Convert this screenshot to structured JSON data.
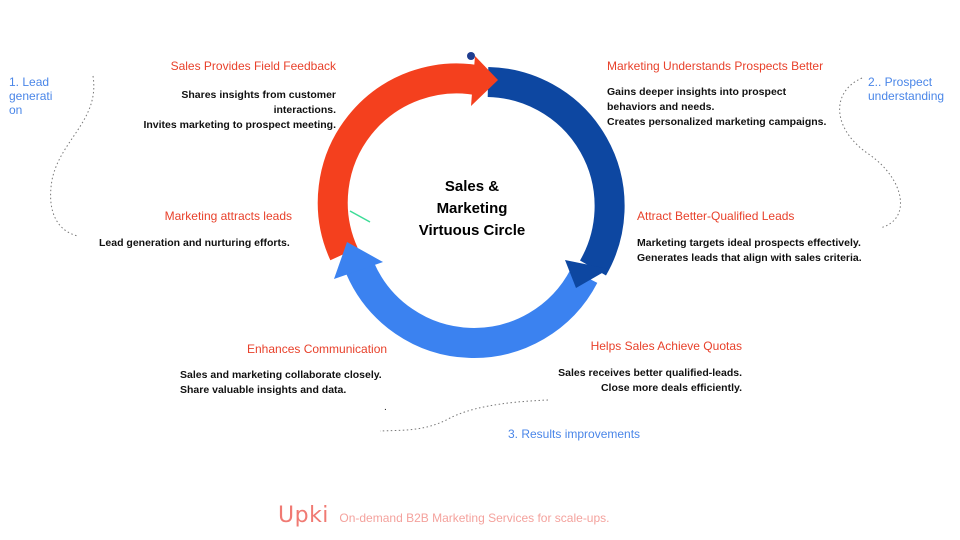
{
  "center": {
    "line1": "Sales &",
    "line2": "Marketing",
    "line3": "Virtuous Circle"
  },
  "stages": {
    "lead_generation": "1. Lead generati on",
    "prospect_understanding_1": "2.. Prospect",
    "prospect_understanding_2": "understanding",
    "results": "3.  Results improvements"
  },
  "sections": {
    "field_feedback": {
      "title": "Sales Provides Field Feedback",
      "line1": "Shares insights from customer",
      "line2": "interactions.",
      "line3": "Invites marketing to prospect meeting."
    },
    "understands_prospects": {
      "title": "Marketing Understands Prospects Better",
      "line1": "Gains deeper insights into prospect",
      "line2": "behaviors and needs.",
      "line3": "Creates personalized marketing campaigns."
    },
    "attracts_leads": {
      "title": "Marketing attracts leads",
      "line1": "Lead generation and nurturing efforts."
    },
    "better_qualified": {
      "title": "Attract Better-Qualified Leads",
      "line1": "Marketing targets ideal prospects effectively.",
      "line2": "Generates leads that align with sales criteria."
    },
    "communication": {
      "title": "Enhances Communication",
      "line1": "Sales and marketing collaborate closely.",
      "line2": "Share valuable insights and data."
    },
    "quotas": {
      "title": "Helps Sales Achieve Quotas",
      "line1": "Sales receives better qualified-leads.",
      "line2": "Close more deals efficiently."
    }
  },
  "footer": {
    "logo": "Upki",
    "tagline": "On-demand B2B Marketing Services for scale-ups."
  },
  "colors": {
    "red_arc": "#f4401e",
    "navy_arc": "#0d47a1",
    "blue_arc": "#3b82f0",
    "title_red": "#e8412b",
    "stage_blue": "#4a86e8"
  }
}
